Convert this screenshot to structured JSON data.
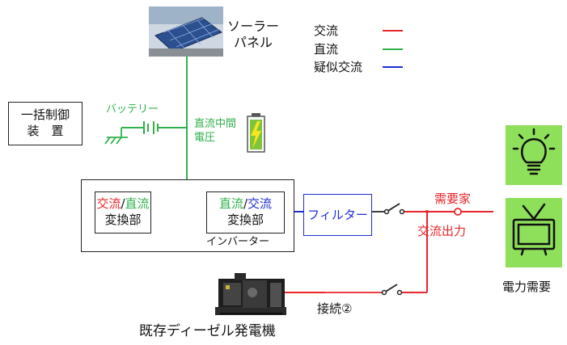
{
  "solar": {
    "label_line1": "ソーラー",
    "label_line2": "パネル"
  },
  "legend": [
    {
      "label": "交流",
      "color": "#e8262a"
    },
    {
      "label": "直流",
      "color": "#2fb24a"
    },
    {
      "label": "疑似交流",
      "color": "#1c2fd6"
    }
  ],
  "controller": {
    "line1": "一括制御",
    "line2": "装　置"
  },
  "battery": {
    "label": "バッテリー"
  },
  "dc_bus": {
    "line1": "直流中間",
    "line2": "電圧"
  },
  "converter_left": {
    "part_a": "交流",
    "slash": "/",
    "part_b": "直流",
    "line2": "変換部"
  },
  "converter_right": {
    "part_a": "直流",
    "slash": "/",
    "part_b": "交流",
    "line2": "変換部"
  },
  "inverter": {
    "label": "インバーター"
  },
  "filter": {
    "label": "フィルター"
  },
  "consumer": {
    "line1": "需要家",
    "line2": "交流出力"
  },
  "demand": {
    "label": "電力需要"
  },
  "connection": {
    "label": "接続②"
  },
  "generator": {
    "label": "既存ディーゼル発電機"
  },
  "colors": {
    "ac": "#e8262a",
    "dc": "#2fb24a",
    "pseudo_ac": "#1c2fd6",
    "demand_bg": "#8ee05a"
  },
  "icons": [
    "solar-panel-icon",
    "battery-level-icon",
    "ground-icon",
    "lightbulb-icon",
    "tv-icon",
    "diesel-generator-icon",
    "switch-icon"
  ]
}
